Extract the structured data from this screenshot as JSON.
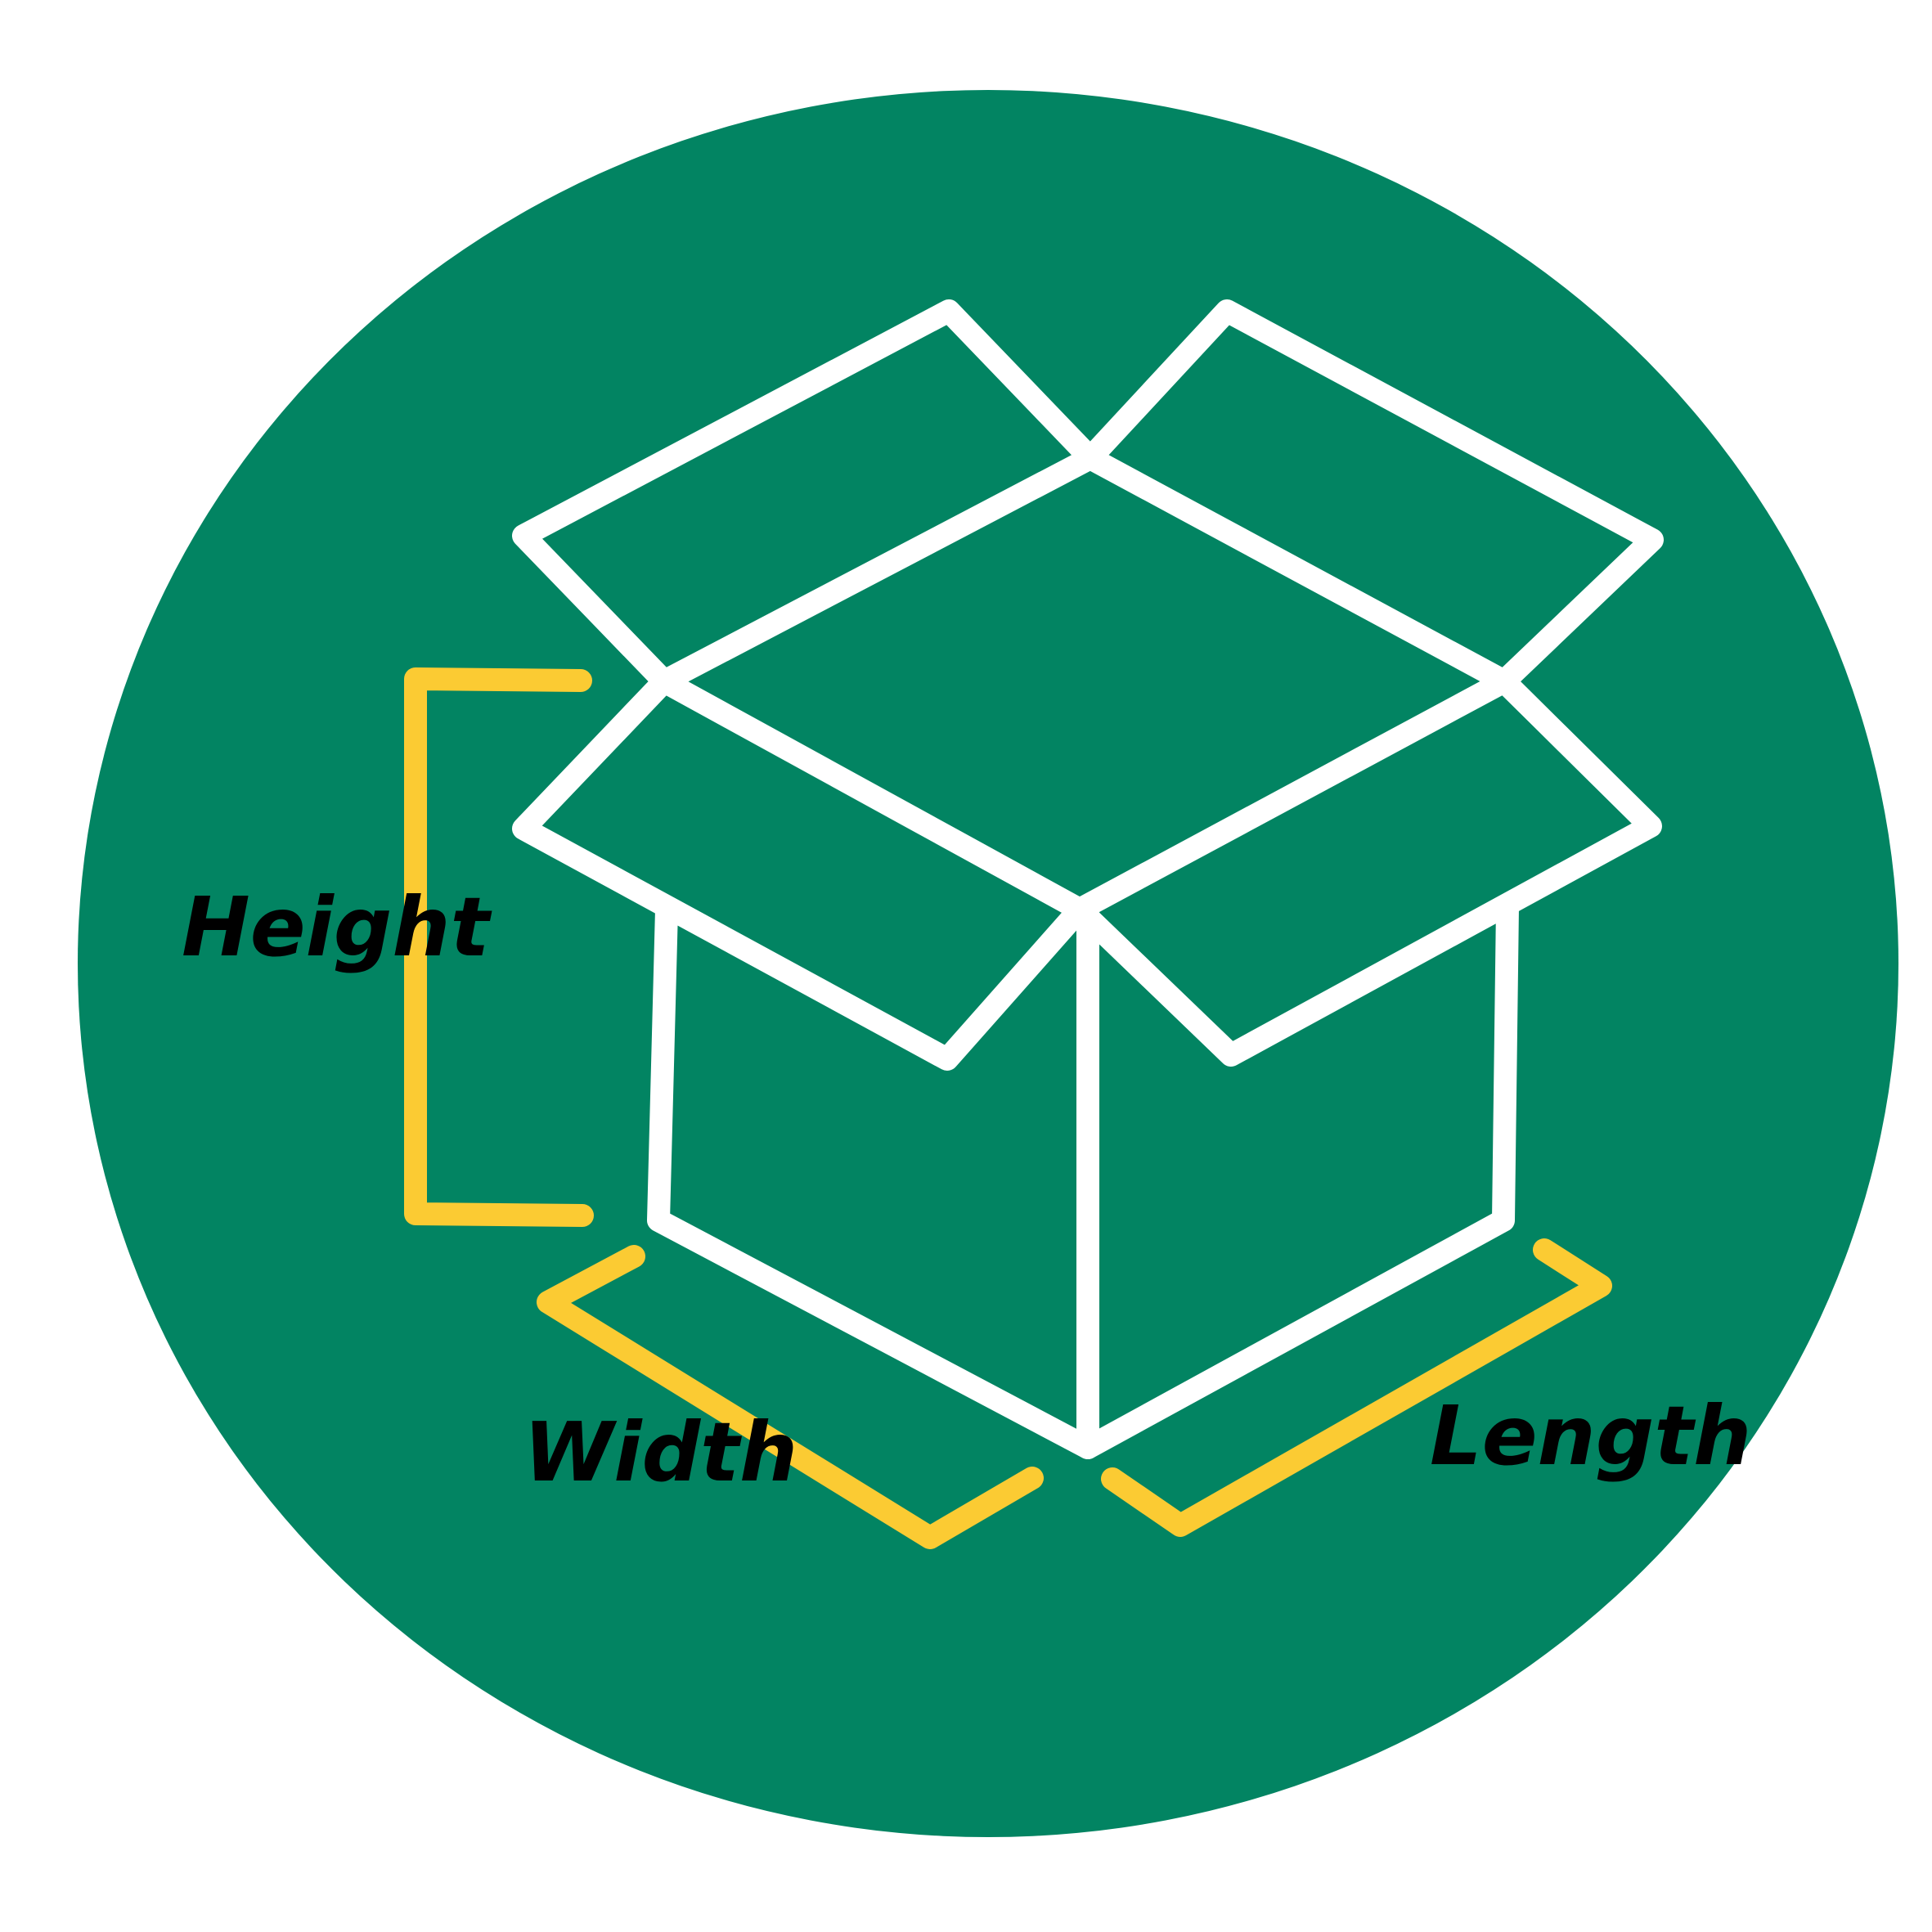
{
  "colors": {
    "background": "#FFFFFF",
    "circle": "#028462",
    "box_outline": "#FFFFFF",
    "measure_bracket": "#FBCB33",
    "label_text": "#000000"
  },
  "icon": "open-cardboard-box-icon",
  "labels": {
    "height": "Height",
    "width": "Width",
    "length": "Length"
  }
}
